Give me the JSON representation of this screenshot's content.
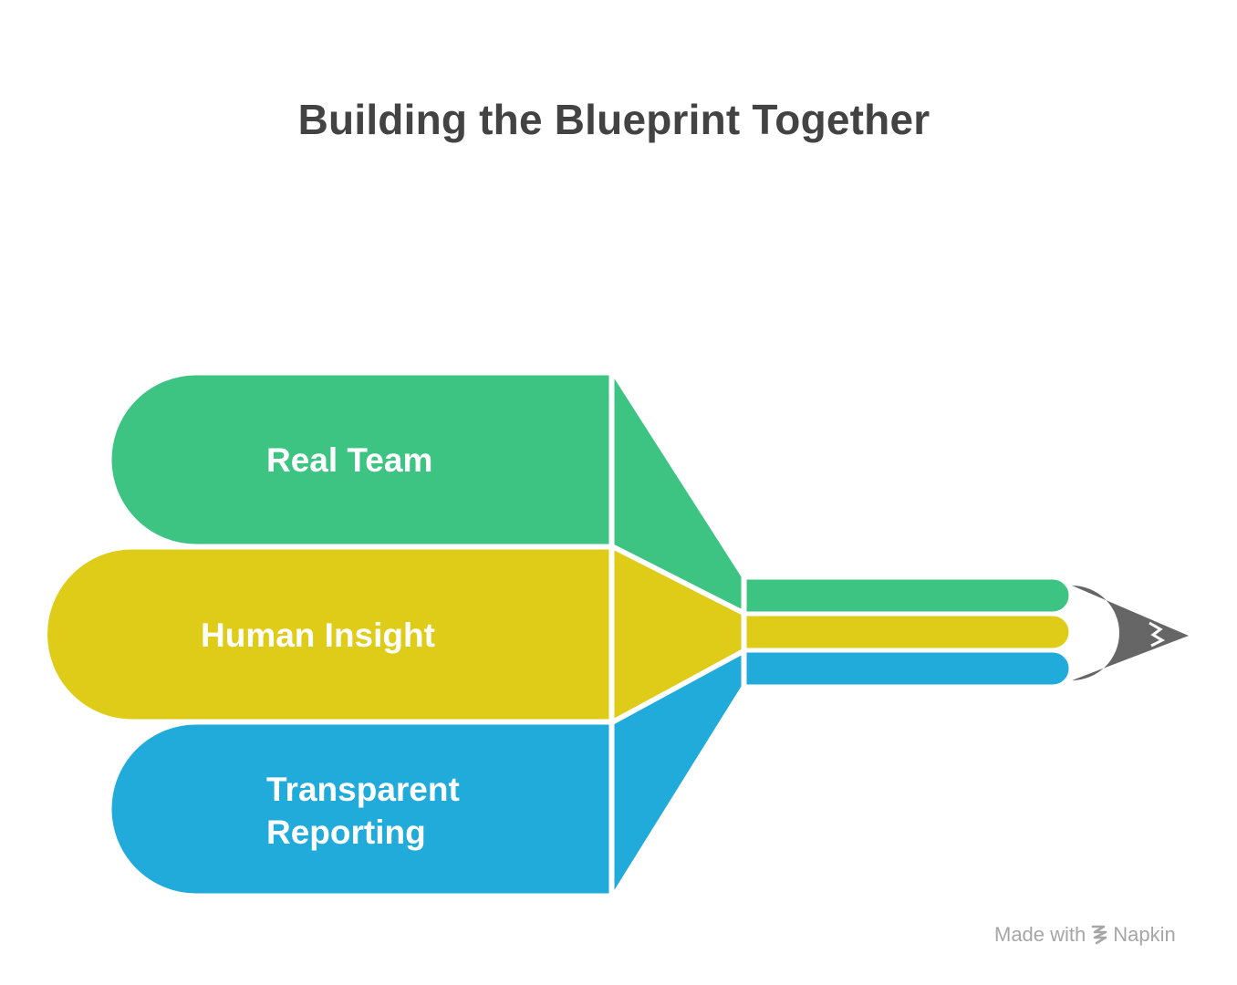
{
  "title": "Building the Blueprint Together",
  "segments": [
    {
      "label_lines": [
        "Real Team"
      ],
      "color": "#3ec482"
    },
    {
      "label_lines": [
        "Human Insight"
      ],
      "color": "#dfcc18"
    },
    {
      "label_lines": [
        "Transparent",
        "Reporting"
      ],
      "color": "#20abda"
    }
  ],
  "pencil_tip_color": "#666666",
  "footer": {
    "made_with": "Made with",
    "brand": "Napkin",
    "icon": "napkin-logo-icon"
  }
}
